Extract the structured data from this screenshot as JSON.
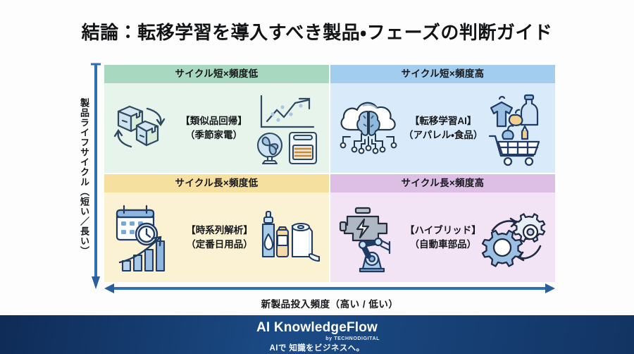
{
  "title": "結論：転移学習を導入すべき製品・フェーズの判断ガイド",
  "axes": {
    "vertical_label": "製品ライフサイクル（短い／長い）",
    "horizontal_label": "新製品投入頻度（高い / 低い）",
    "axis_color": "#2f6fb5"
  },
  "quadrants": [
    {
      "id": "top-left",
      "header": "サイクル短×頻度低",
      "title": "【類似品回帰】",
      "subtitle": "（季節家電）",
      "band_color": "#a8d8bf",
      "body_color": "#e7f4ec",
      "icons_left": "boxes-transfer-icon",
      "icons_right": "trend-chart-fan-heater-icon"
    },
    {
      "id": "top-right",
      "header": "サイクル短×頻度高",
      "title": "【転移学習AI】",
      "subtitle": "（アパレル・食品）",
      "band_color": "#a3cdee",
      "body_color": "#d9ebfa",
      "icons_left": "cloud-brain-icon",
      "icons_right": "apparel-food-cart-icon"
    },
    {
      "id": "bottom-left",
      "header": "サイクル長×頻度低",
      "title": "【時系列解析】",
      "subtitle": "（定番日用品）",
      "band_color": "#f6e0a0",
      "body_color": "#fbf2d4",
      "icons_left": "calendar-clock-barchart-icon",
      "icons_right": "soap-paper-towel-icon"
    },
    {
      "id": "bottom-right",
      "header": "サイクル長×頻度高",
      "title": "【ハイブリッド】",
      "subtitle": "（自動車部品）",
      "band_color": "#ddbfe6",
      "body_color": "#f2e4f5",
      "icons_left": "engine-robot-arm-icon",
      "icons_right": "gears-cycle-icon"
    }
  ],
  "footer": {
    "brand": "AI KnowledgeFlow",
    "by": "by TECHNODIGITAL",
    "tagline": "AIで 知識をビジネスへ。"
  }
}
